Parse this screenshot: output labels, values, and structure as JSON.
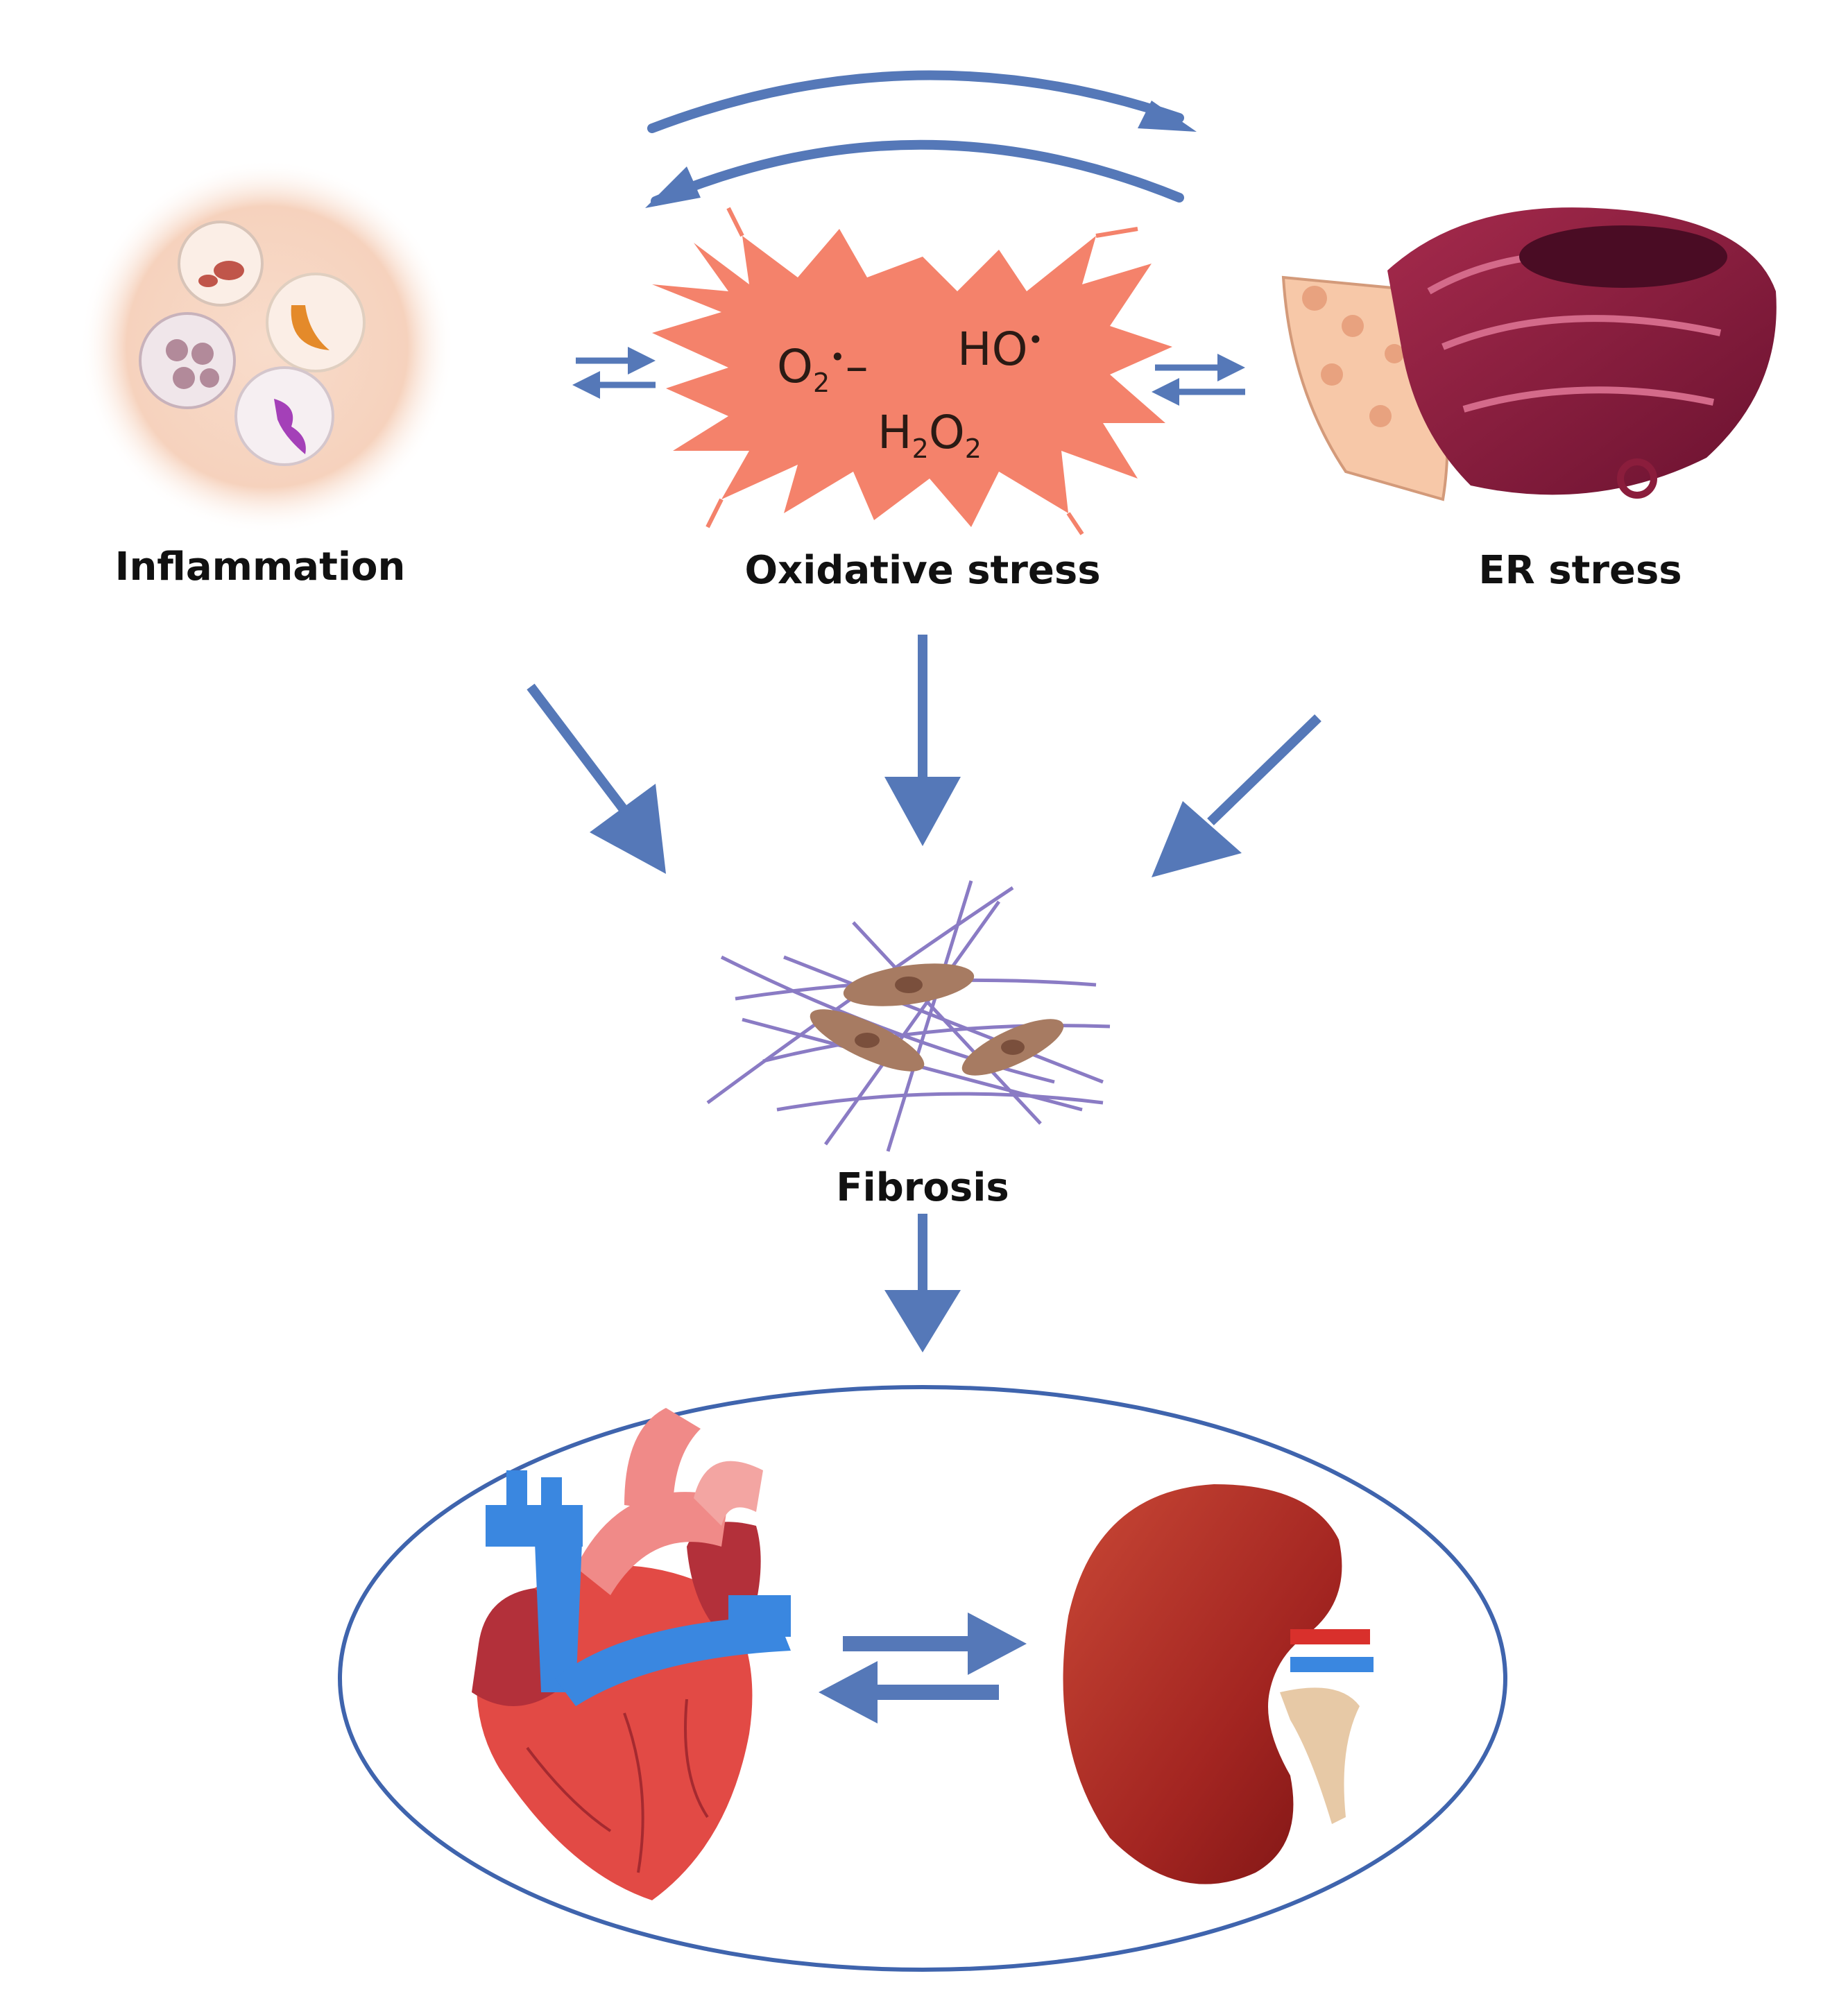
{
  "labels": {
    "inflammation": "Inflammation",
    "oxidative_stress": "Oxidative stress",
    "er_stress": "ER stress",
    "fibrosis": "Fibrosis"
  },
  "species": {
    "superoxide": {
      "base": "O",
      "sub": "2",
      "sup": "•",
      "suffix": "–"
    },
    "hydroxyl": {
      "base": "HO",
      "sup": "•"
    },
    "peroxide": {
      "p1": "H",
      "s1": "2",
      "p2": "O",
      "s2": "2"
    }
  },
  "colors": {
    "arrow": "#5578b8",
    "burst": "#f4826b",
    "ellipse": "#3f64ad",
    "inflammation_bg": "#f6d6c4",
    "er_dark": "#8b1d3c",
    "er_light": "#f7c8a8",
    "heart": "#e24a45",
    "vessel_blue": "#3a87e0",
    "kidney": "#a02420"
  },
  "icons": [
    "immune-cells-icon",
    "ros-burst-icon",
    "endoplasmic-reticulum-icon",
    "fibroblast-collagen-icon",
    "heart-icon",
    "kidney-icon"
  ]
}
